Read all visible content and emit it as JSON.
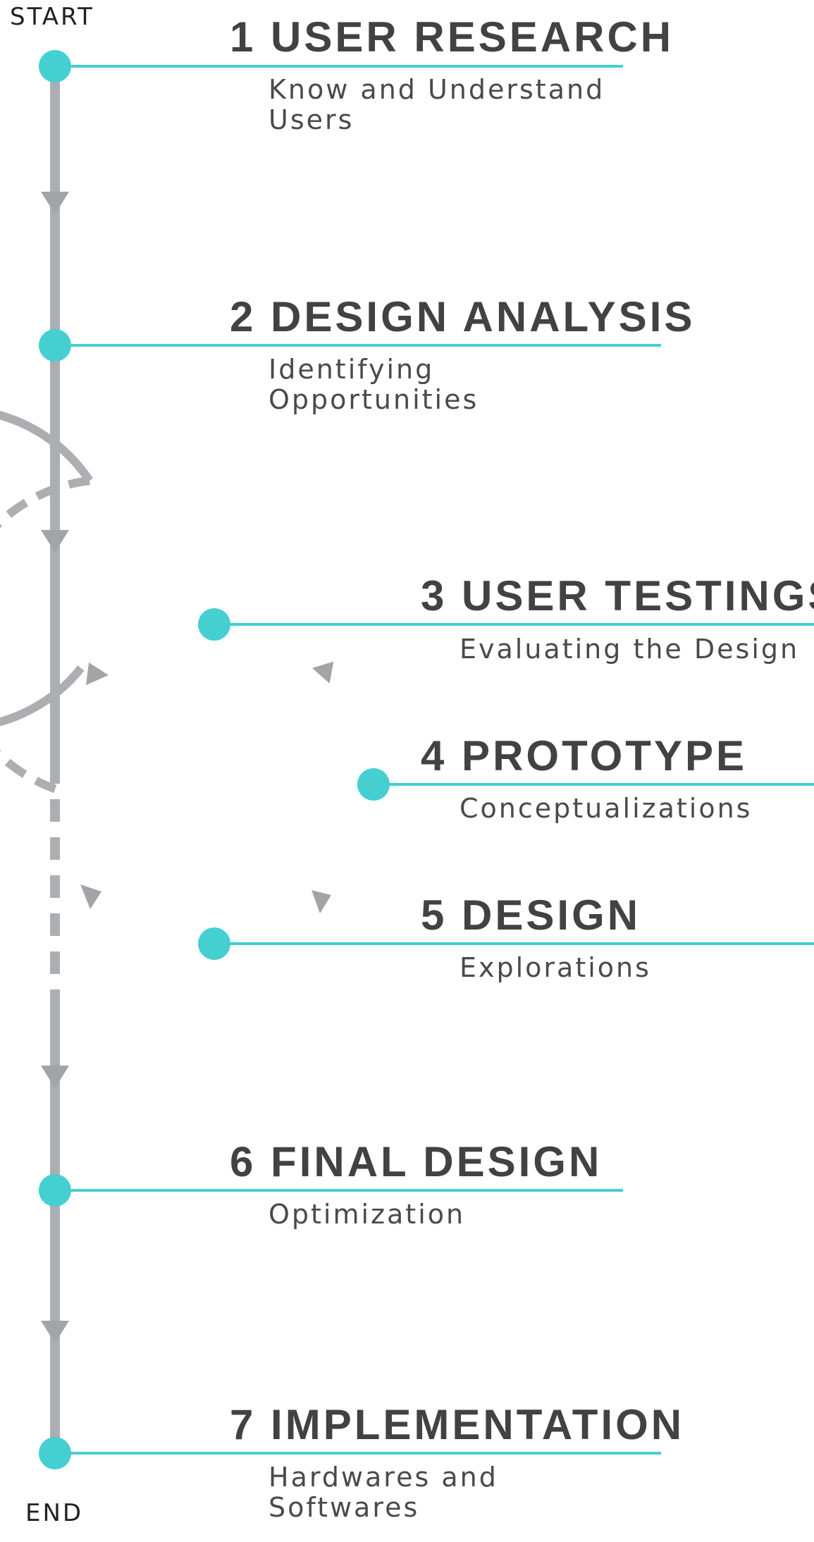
{
  "start_label": "START",
  "end_label": "END",
  "colors": {
    "accent": "#45CFD1",
    "track": "#ADAEB1",
    "arrow": "#A3A4A7",
    "title": "#424242",
    "subtitle": "#4A4A4A"
  },
  "steps": [
    {
      "number": "1",
      "title": "USER RESEARCH",
      "subtitle": [
        "Know and Understand",
        "Users"
      ]
    },
    {
      "number": "2",
      "title": "DESIGN ANALYSIS",
      "subtitle": [
        "Identifying",
        "Opportunities"
      ]
    },
    {
      "number": "3",
      "title": "USER TESTINGS",
      "subtitle": [
        "Evaluating the Design"
      ]
    },
    {
      "number": "4",
      "title": "PROTOTYPE",
      "subtitle": [
        "Conceptualizations"
      ]
    },
    {
      "number": "5",
      "title": "DESIGN",
      "subtitle": [
        "Explorations"
      ]
    },
    {
      "number": "6",
      "title": "FINAL DESIGN",
      "subtitle": [
        "Optimization"
      ]
    },
    {
      "number": "7",
      "title": "IMPLEMENTATION",
      "subtitle": [
        "Hardwares and",
        "Softwares"
      ]
    }
  ]
}
